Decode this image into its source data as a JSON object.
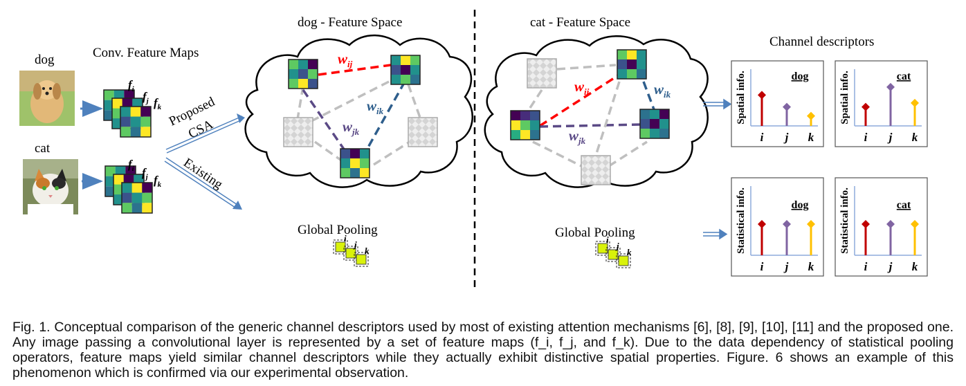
{
  "figure": {
    "left": {
      "images": [
        {
          "label": "dog",
          "photo": "dog-photo"
        },
        {
          "label": "cat",
          "photo": "cat-photo"
        }
      ],
      "feature_maps_title": "Conv. Feature Maps",
      "map_labels": [
        "f",
        "i",
        "f",
        "j",
        "f",
        "k"
      ],
      "arrow_proposed": "Proposed",
      "arrow_csa": "CSA",
      "arrow_existing": "Existing"
    },
    "dog_space": {
      "title": "dog - Feature Space",
      "w_ij": "w",
      "ij": "ij",
      "w_ik": "w",
      "ik": "ik",
      "w_jk": "w",
      "jk": "jk",
      "pooling": "Global Pooling",
      "pool_labels": [
        "i",
        "j",
        "k"
      ]
    },
    "cat_space": {
      "title": "cat - Feature Space",
      "w_ij": "w",
      "ij": "ij",
      "w_ik": "w",
      "ik": "ik",
      "w_jk": "w",
      "jk": "jk",
      "pooling": "Global Pooling",
      "pool_labels": [
        "i",
        "j",
        "k"
      ]
    },
    "descriptors": {
      "title": "Channel descriptors",
      "spatial_label": "Spatial info.",
      "statistical_label": "Statistical info.",
      "axis_labels": [
        "i",
        "j",
        "k"
      ],
      "panels": [
        {
          "name": "dog",
          "kind": "spatial",
          "values": [
            0.62,
            0.38,
            0.2
          ]
        },
        {
          "name": "cat",
          "kind": "spatial",
          "values": [
            0.38,
            0.78,
            0.46
          ]
        },
        {
          "name": "dog",
          "kind": "statistical",
          "values": [
            0.5,
            0.5,
            0.5
          ]
        },
        {
          "name": "cat",
          "kind": "statistical",
          "values": [
            0.5,
            0.5,
            0.5
          ]
        }
      ],
      "colors": {
        "i": "#c00000",
        "j": "#8064a2",
        "k": "#ffc000"
      }
    },
    "colors": {
      "arrow": "#4f81bd",
      "w_ij": "#ff0000",
      "w_ik": "#2e5e8c",
      "w_jk": "#5b4a86",
      "gray_edge": "#bfbfbf"
    }
  },
  "caption": "Fig. 1. Conceptual comparison of the generic channel descriptors used by most of existing attention mechanisms [6], [8], [9], [10], [11] and the proposed one. Any image passing a convolutional layer is represented by a set of feature maps (f_i, f_j, and f_k). Due to the data dependency of statistical pooling operators, feature maps yield similar channel descriptors while they actually exhibit distinctive spatial properties. Figure. 6 shows an example of this phenomenon which is confirmed via our experimental observation."
}
